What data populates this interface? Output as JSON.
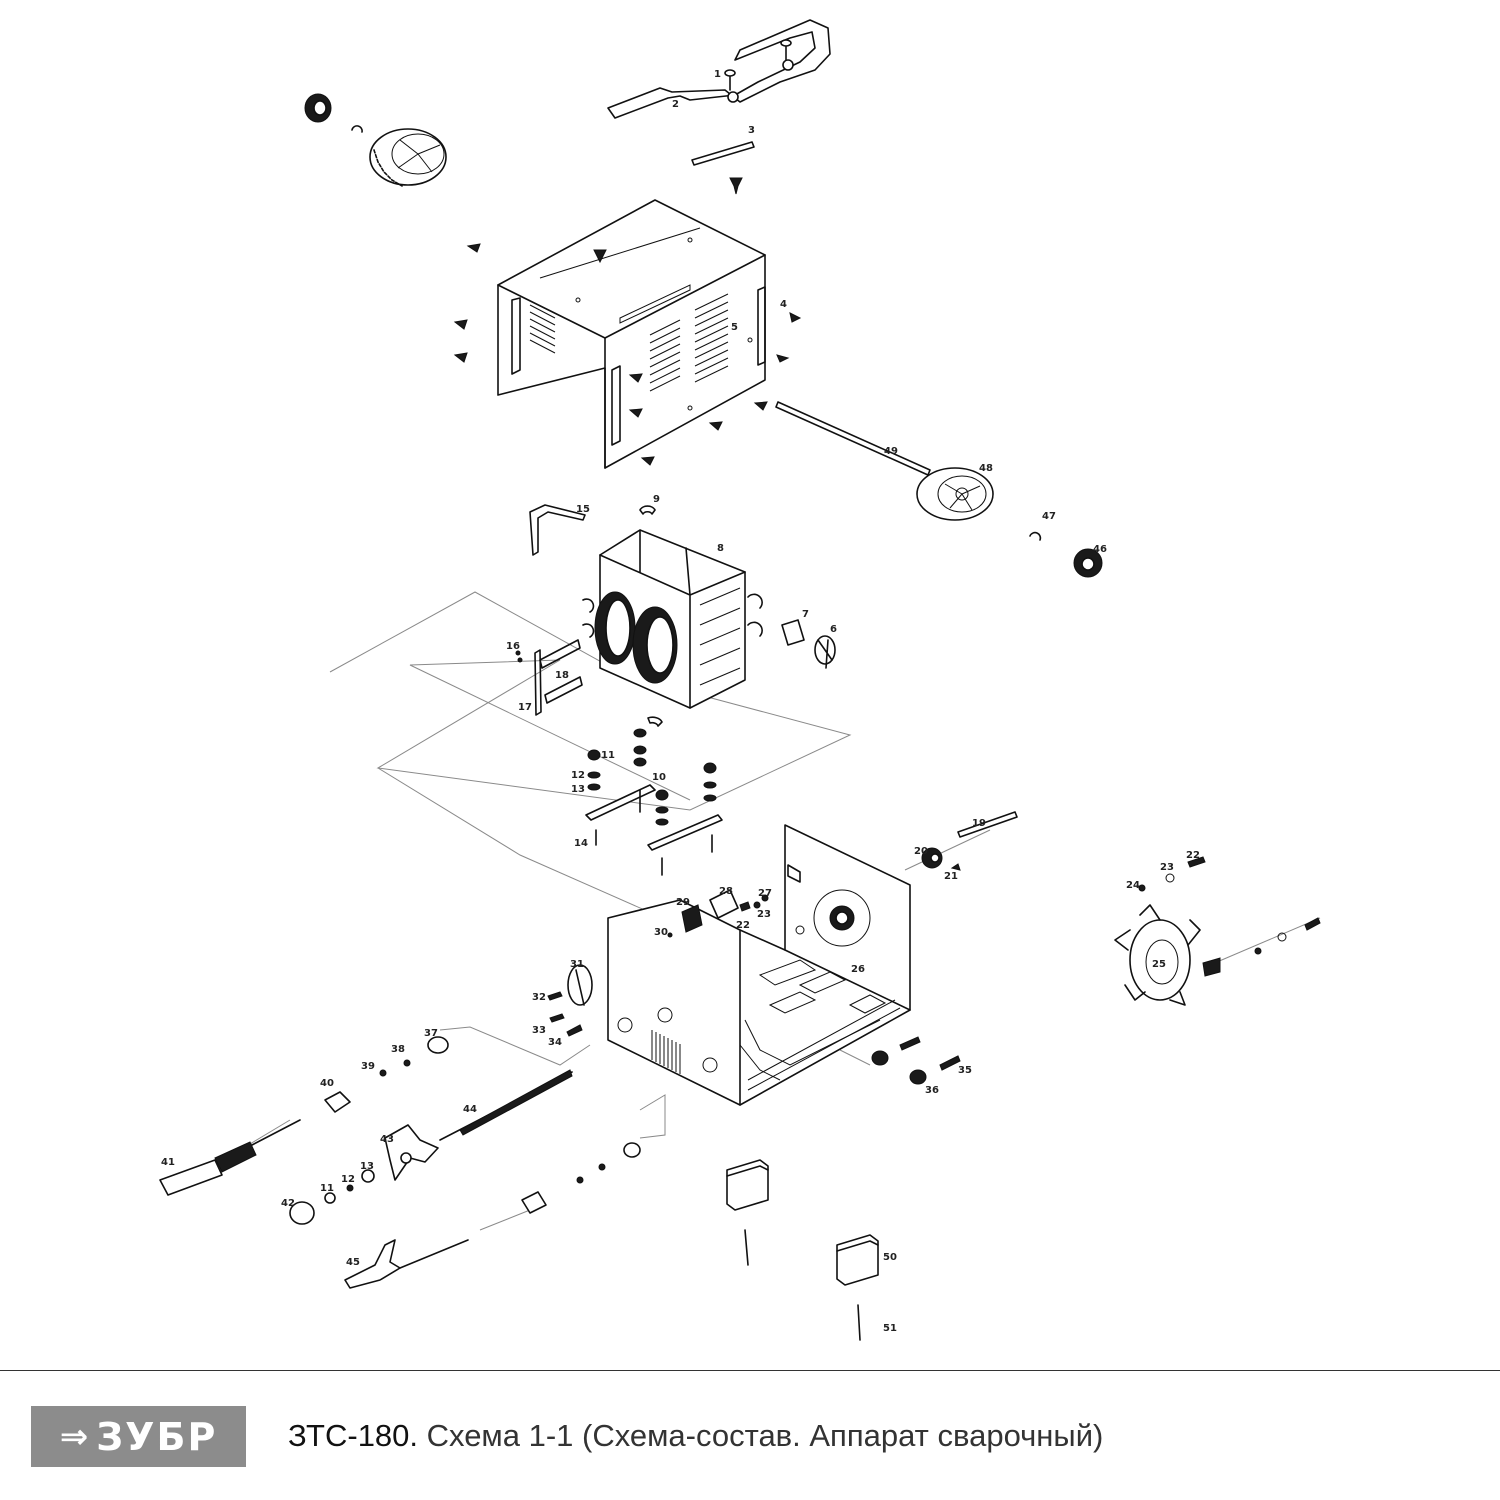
{
  "diagram": {
    "part_labels": [
      "1",
      "2",
      "3",
      "4",
      "5",
      "6",
      "7",
      "8",
      "9",
      "10",
      "11",
      "12",
      "13",
      "14",
      "15",
      "16",
      "17",
      "18",
      "19",
      "20",
      "21",
      "22",
      "23",
      "24",
      "25",
      "26",
      "27",
      "28",
      "29",
      "30",
      "31",
      "32",
      "33",
      "34",
      "35",
      "36",
      "37",
      "38",
      "39",
      "40",
      "41",
      "42",
      "43",
      "44",
      "45",
      "46",
      "47",
      "48",
      "49",
      "50",
      "51"
    ],
    "label_color": "#222222",
    "line_color": "#111111"
  },
  "footer": {
    "logo_icon": "arrow-mark-icon",
    "logo_text": "ЗУБР",
    "logo_bg": "#8c8c8c",
    "model": "ЗТС-180.",
    "description": "Схема 1-1 (Схема-состав. Аппарат сварочный)"
  }
}
